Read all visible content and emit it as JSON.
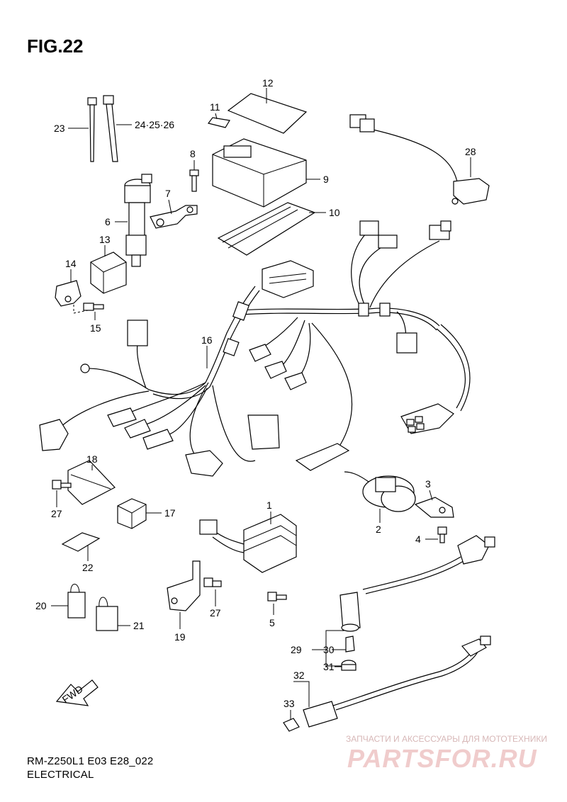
{
  "title": "FIG.22",
  "footer": {
    "model_line": "RM-Z250L1 E03 E28_022",
    "section_name": "ELECTRICAL"
  },
  "watermark": {
    "tagline": "ЗАПЧАСТИ И АКСЕССУАРЫ ДЛЯ МОТОТЕХНИКИ",
    "brand": "PARTSFOR.RU"
  },
  "direction_arrow": "FWD",
  "callouts": {
    "c1": "1",
    "c2": "2",
    "c3": "3",
    "c4": "4",
    "c5": "5",
    "c6": "6",
    "c7": "7",
    "c8": "8",
    "c9": "9",
    "c10": "10",
    "c11": "11",
    "c12": "12",
    "c13": "13",
    "c14": "14",
    "c15": "15",
    "c16": "16",
    "c17": "17",
    "c18": "18",
    "c19": "19",
    "c20": "20",
    "c21": "21",
    "c22": "22",
    "c23": "23",
    "c24_26": "24·25·26",
    "c27a": "27",
    "c27b": "27",
    "c28": "28",
    "c29": "29",
    "c30": "30",
    "c31": "31",
    "c32": "32",
    "c33": "33"
  },
  "colors": {
    "line": "#000000",
    "background": "#ffffff",
    "watermark_text": "#f0cccc"
  }
}
